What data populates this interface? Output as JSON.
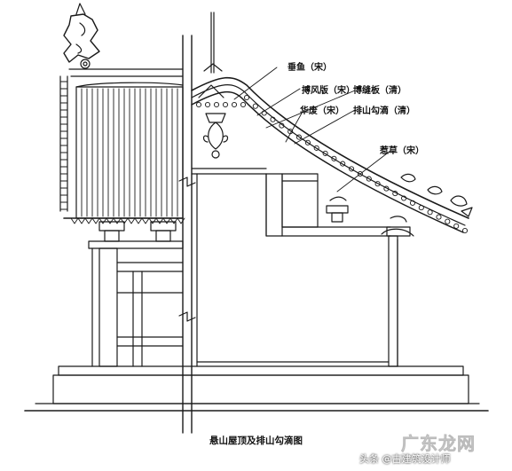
{
  "labels": {
    "chuiyu": "垂鱼（宋）",
    "bofengban": "搏风版（宋）",
    "bofengban_qing": "博缝板（清）",
    "huafei": "华废（宋）",
    "paishan": "排山勾滴（清）",
    "recao": "惹草（宋）"
  },
  "caption": "悬山屋顶及排山勾滴图",
  "watermark": {
    "site": "广东龙网",
    "source": "头条 @古建筑设计师"
  },
  "colors": {
    "ink": "#1a1a1a",
    "paper": "#ffffff"
  }
}
